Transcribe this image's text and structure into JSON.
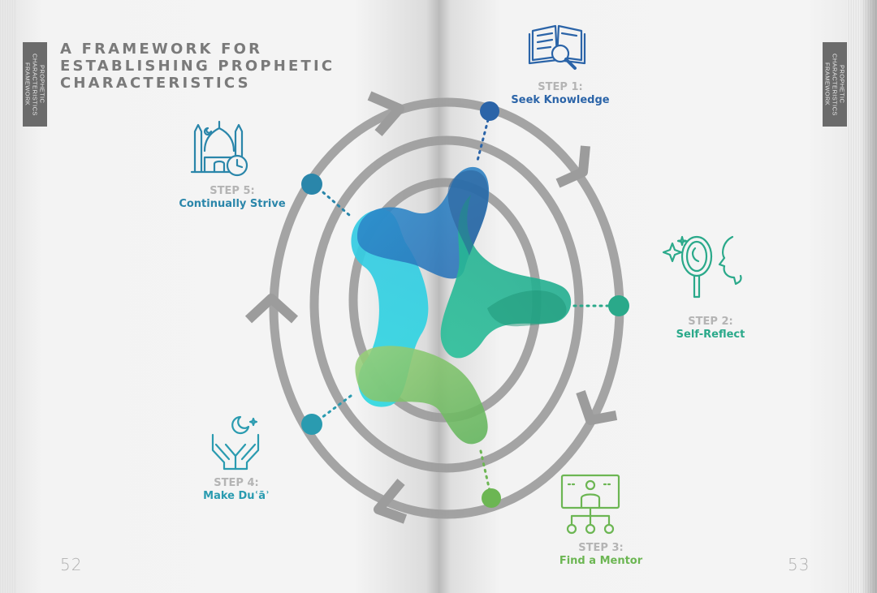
{
  "book": {
    "title_lines": [
      "A FRAMEWORK FOR",
      "ESTABLISHING PROPHETIC",
      "CHARACTERISTICS"
    ],
    "side_tab_left": "PROPHETIC CHARACTERISTICS FRAMEWORK",
    "side_tab_right": "PROPHETIC CHARACTERISTICS FRAMEWORK",
    "page_left": "52",
    "page_right": "53"
  },
  "steps": [
    {
      "number": "STEP 1:",
      "name": "Seek Knowledge",
      "icon": "open-book-magnifier-icon",
      "color": "#2b64a8"
    },
    {
      "number": "STEP 2:",
      "name": "Self-Reflect",
      "icon": "mirror-face-icon",
      "color": "#2aa98a"
    },
    {
      "number": "STEP 3:",
      "name": "Find a Mentor",
      "icon": "mentor-presentation-icon",
      "color": "#6cb653"
    },
    {
      "number": "STEP 4:",
      "name": "Make Duʿāʾ",
      "icon": "praying-hands-moon-icon",
      "color": "#2a9bb0"
    },
    {
      "number": "STEP 5:",
      "name": "Continually Strive",
      "icon": "mosque-clock-icon",
      "color": "#2a86aa"
    }
  ],
  "colors": {
    "ring": "#9c9c9c",
    "star_blue": "#2b7fc1",
    "star_cyan": "#2fd3e0",
    "star_teal": "#1fb08a",
    "star_green": "#8cc96a",
    "title": "#7a7a7a"
  }
}
